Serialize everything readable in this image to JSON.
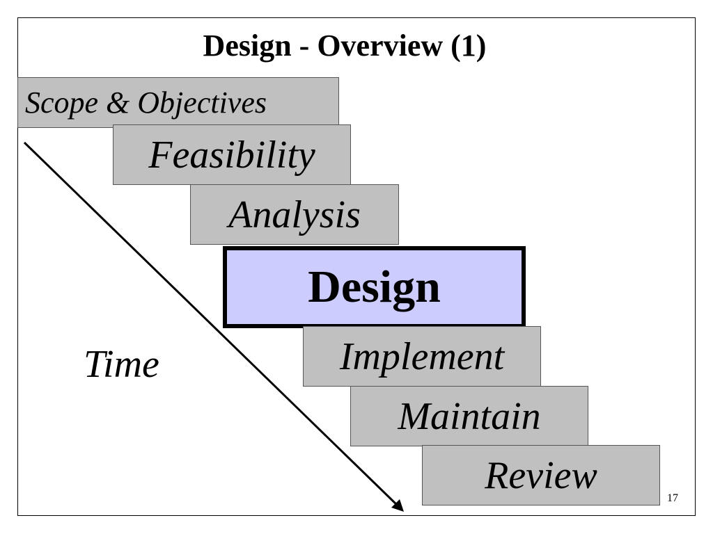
{
  "slide": {
    "title": "Design - Overview (1)",
    "page_number": "17",
    "time_label": "Time",
    "time_arrow_icon": "diagonal-arrow-icon"
  },
  "phases": [
    {
      "label": "Scope & Objectives"
    },
    {
      "label": "Feasibility"
    },
    {
      "label": "Analysis"
    },
    {
      "label": "Implement"
    },
    {
      "label": "Maintain"
    },
    {
      "label": "Review"
    }
  ],
  "current_phase": {
    "label": "Design"
  },
  "colors": {
    "phase_fill": "#c0c0c0",
    "current_fill": "#ccccff",
    "text": "#000000",
    "border": "#000000"
  }
}
